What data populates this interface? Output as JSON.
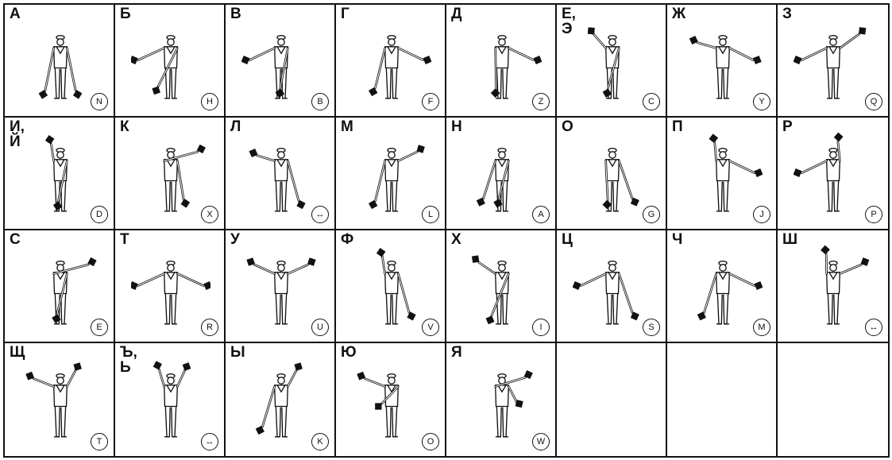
{
  "letters": [
    {
      "cyr": "А",
      "lat": "N",
      "arms": [
        [
          -26,
          52
        ],
        [
          26,
          52
        ]
      ]
    },
    {
      "cyr": "Б",
      "lat": "H",
      "arms": [
        [
          -56,
          0
        ],
        [
          -22,
          46
        ]
      ]
    },
    {
      "cyr": "В",
      "lat": "B",
      "arms": [
        [
          -54,
          0
        ],
        [
          -2,
          50
        ]
      ]
    },
    {
      "cyr": "Г",
      "lat": "F",
      "arms": [
        [
          -28,
          48
        ],
        [
          54,
          0
        ]
      ]
    },
    {
      "cyr": "Д",
      "lat": "Z",
      "arms": [
        [
          -10,
          50
        ],
        [
          54,
          0
        ]
      ]
    },
    {
      "cyr": "Е,\nЭ",
      "lat": "C",
      "arms": [
        [
          -32,
          -44
        ],
        [
          -8,
          50
        ]
      ]
    },
    {
      "cyr": "Ж",
      "lat": "Y",
      "arms": [
        [
          -44,
          -30
        ],
        [
          52,
          0
        ]
      ]
    },
    {
      "cyr": "З",
      "lat": "Q",
      "arms": [
        [
          -54,
          0
        ],
        [
          44,
          -44
        ]
      ]
    },
    {
      "cyr": "И,\nЙ",
      "lat": "D",
      "arms": [
        [
          -16,
          -50
        ],
        [
          -4,
          50
        ]
      ]
    },
    {
      "cyr": "К",
      "lat": "X",
      "arms": [
        [
          46,
          -36
        ],
        [
          22,
          46
        ]
      ]
    },
    {
      "cyr": "Л",
      "lat": "↔",
      "arms": [
        [
          -42,
          -30
        ],
        [
          30,
          48
        ]
      ]
    },
    {
      "cyr": "М",
      "lat": "L",
      "arms": [
        [
          -28,
          48
        ],
        [
          44,
          -36
        ]
      ]
    },
    {
      "cyr": "Н",
      "lat": "A",
      "arms": [
        [
          -32,
          44
        ],
        [
          -6,
          46
        ]
      ]
    },
    {
      "cyr": "О",
      "lat": "G",
      "arms": [
        [
          -8,
          48
        ],
        [
          34,
          44
        ]
      ]
    },
    {
      "cyr": "П",
      "lat": "J",
      "arms": [
        [
          -14,
          -52
        ],
        [
          54,
          0
        ]
      ]
    },
    {
      "cyr": "Р",
      "lat": "P",
      "arms": [
        [
          -54,
          0
        ],
        [
          8,
          -54
        ]
      ]
    },
    {
      "cyr": "С",
      "lat": "E",
      "arms": [
        [
          48,
          -36
        ],
        [
          -6,
          50
        ]
      ]
    },
    {
      "cyr": "Т",
      "lat": "R",
      "arms": [
        [
          -56,
          0
        ],
        [
          56,
          0
        ]
      ]
    },
    {
      "cyr": "У",
      "lat": "U",
      "arms": [
        [
          -46,
          -36
        ],
        [
          46,
          -36
        ]
      ]
    },
    {
      "cyr": "Ф",
      "lat": "V",
      "arms": [
        [
          -16,
          -50
        ],
        [
          30,
          46
        ]
      ]
    },
    {
      "cyr": "Х",
      "lat": "I",
      "arms": [
        [
          -40,
          -40
        ],
        [
          -18,
          52
        ]
      ]
    },
    {
      "cyr": "Ц",
      "lat": "S",
      "arms": [
        [
          -54,
          0
        ],
        [
          34,
          46
        ]
      ]
    },
    {
      "cyr": "Ч",
      "lat": "M",
      "arms": [
        [
          -32,
          46
        ],
        [
          54,
          0
        ]
      ]
    },
    {
      "cyr": "Ш",
      "lat": "↔",
      "arms": [
        [
          -12,
          -54
        ],
        [
          48,
          -36
        ]
      ]
    },
    {
      "cyr": "Щ",
      "lat": "T",
      "arms": [
        [
          -46,
          -34
        ],
        [
          26,
          -48
        ]
      ]
    },
    {
      "cyr": "Ъ,\nЬ",
      "lat": "↔",
      "arms": [
        [
          -20,
          -50
        ],
        [
          24,
          -48
        ]
      ]
    },
    {
      "cyr": "Ы",
      "lat": "K",
      "arms": [
        [
          -32,
          48
        ],
        [
          26,
          -48
        ]
      ]
    },
    {
      "cyr": "Ю",
      "lat": "O",
      "arms": [
        [
          -46,
          -34
        ],
        [
          -20,
          12
        ]
      ]
    },
    {
      "cyr": "Я",
      "lat": "W",
      "arms": [
        [
          40,
          -36
        ],
        [
          26,
          8
        ]
      ]
    },
    {
      "cyr": "",
      "lat": "",
      "arms": []
    },
    {
      "cyr": "",
      "lat": "",
      "arms": []
    },
    {
      "cyr": "",
      "lat": "",
      "arms": []
    }
  ]
}
